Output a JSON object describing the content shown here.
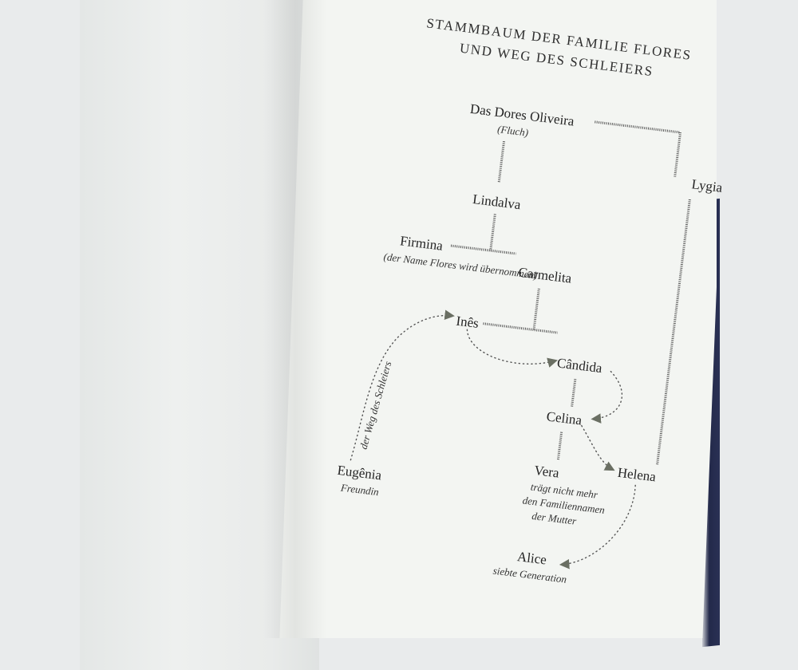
{
  "page": {
    "title_line1": "STAMMBAUM DER FAMILIE FLORES",
    "title_line2": "UND WEG DES SCHLEIERS"
  },
  "people": {
    "das_dores": "Das Dores Oliveira",
    "das_dores_note": "(Fluch)",
    "lindalva": "Lindalva",
    "lygia": "Lygia",
    "firmina": "Firmina",
    "firmina_note": "(der Name Flores wird übernommen)",
    "carmelita": "Carmelita",
    "ines": "Inês",
    "candida": "Cândida",
    "celina": "Celina",
    "vera": "Vera",
    "vera_note_1": "trägt nicht mehr",
    "vera_note_2": "den Familiennamen",
    "vera_note_3": "der Mutter",
    "helena": "Helena",
    "eugenia": "Eugênia",
    "eugenia_note": "Freundin",
    "alice": "Alice",
    "alice_note": "siebte Generation",
    "veil_path_label": "der Weg des Schleiers"
  },
  "colors": {
    "paper": "#f3f5f2",
    "ink": "#252525",
    "arrow": "#6a6f63",
    "cover": "#23294a"
  }
}
